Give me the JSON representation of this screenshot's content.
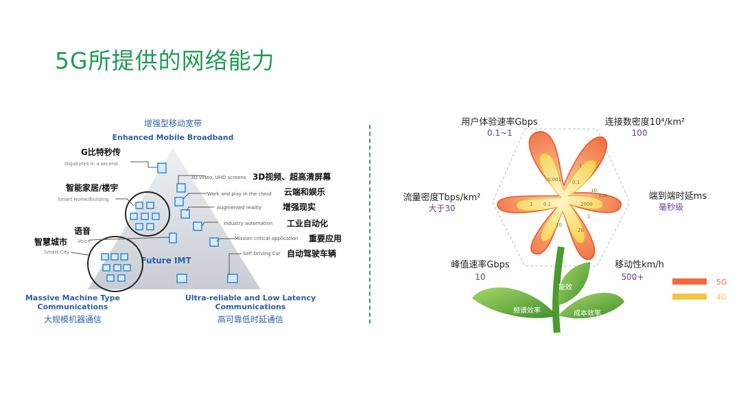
{
  "title": "5G所提供的网络能力",
  "triangle": {
    "top_cn": "增强型移动宽带",
    "top_en": "Enhanced Mobile Broadband",
    "center": "Future IMT",
    "bottom_left_en_1": "Massive Machine Type",
    "bottom_left_en_2": "Communications",
    "bottom_left_cn": "大规模机器通信",
    "bottom_right_en_1": "Ultra-reliable and Low Latency",
    "bottom_right_en_2": "Communications",
    "bottom_right_cn": "高可靠低时延通信",
    "left_labels": [
      {
        "cn": "G比特秒传",
        "en": "Gigabytes in a second"
      },
      {
        "cn": "智能家居/楼宇",
        "en": "Smart Home/Building"
      },
      {
        "cn": "语音",
        "en": "Voice"
      },
      {
        "cn": "智慧城市",
        "en": "Smart City"
      }
    ],
    "right_labels": [
      {
        "en": "3D video, UHD screens",
        "cn": "3D视频、超高清屏幕"
      },
      {
        "en": "Work and play in the cloud",
        "cn": "云端和娱乐"
      },
      {
        "en": "Augmented reality",
        "cn": "增强现实"
      },
      {
        "en": "Industry automation",
        "cn": "工业自动化"
      },
      {
        "en": "Mission critical application",
        "cn": "重要应用"
      },
      {
        "en": "Self Driving Car",
        "cn": "自动驾驶车辆"
      }
    ]
  },
  "flower": {
    "metrics": [
      {
        "name": "用户体验速率Gbps",
        "value": "0.1~1"
      },
      {
        "name": "连接数密度10⁴/km²",
        "value": "100"
      },
      {
        "name": "端到端时延ms",
        "value": "毫秒级"
      },
      {
        "name": "移动性km/h",
        "value": "500+"
      },
      {
        "name": "峰值速率Gbps",
        "value": "10"
      },
      {
        "name": "流量密度Tbps/km²",
        "value": "大于30"
      }
    ],
    "inner_ticks": [
      "0.001",
      "0.1",
      "1",
      "10",
      "100",
      "1000",
      "1",
      "0.1",
      "1",
      "10",
      "20"
    ],
    "leaves": [
      "能效",
      "频谱效率",
      "成本效率"
    ],
    "legend": [
      {
        "label": "5G",
        "color": "#f26a3d"
      },
      {
        "label": "4G",
        "color": "#f5c542"
      }
    ],
    "value_color": "#6a3d9a"
  }
}
